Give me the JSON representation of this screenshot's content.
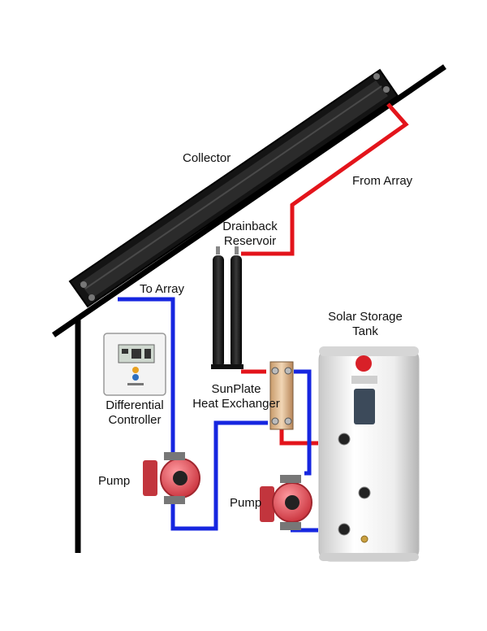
{
  "labels": {
    "collector": "Collector",
    "from_array": "From Array",
    "drainback_line1": "Drainback",
    "drainback_line2": "Reservoir",
    "to_array": "To Array",
    "storage_line1": "Solar Storage",
    "storage_line2": "Tank",
    "hx_line1": "SunPlate",
    "hx_line2": "Heat Exchanger",
    "controller_line1": "Differential",
    "controller_line2": "Controller",
    "pump_left": "Pump",
    "pump_right": "Pump"
  },
  "colors": {
    "hot_pipe": "#e3141b",
    "cold_pipe": "#1626e0",
    "roof": "#000000",
    "collector_body": "#141414",
    "pump_body": "#e0505a",
    "tank_body": "#f1f1f1"
  }
}
